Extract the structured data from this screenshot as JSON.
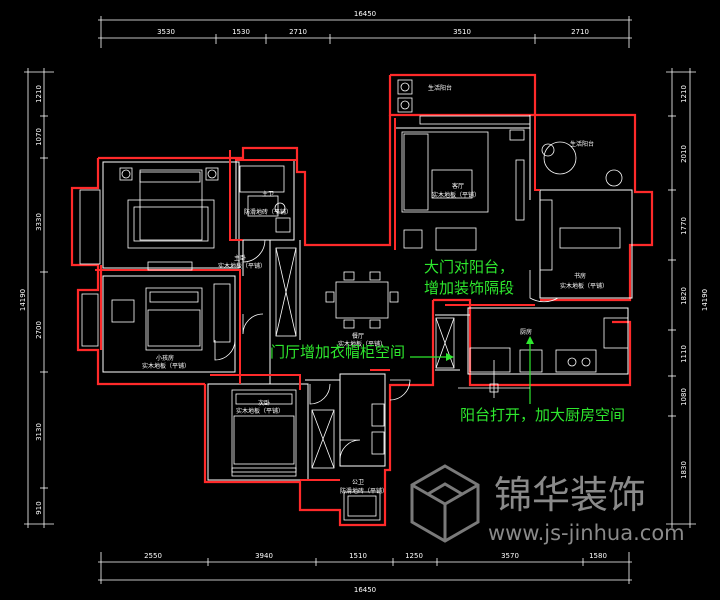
{
  "dimensions": {
    "top_total": "16450",
    "top_segments": [
      "3530",
      "1530",
      "2710",
      "3510",
      "2710"
    ],
    "bottom_total": "16450",
    "bottom_segments": [
      "2550",
      "3940",
      "1510",
      "1250",
      "3570",
      "1580"
    ],
    "left_total": "14190",
    "left_segments": [
      "1210",
      "1070",
      "3330",
      "2700",
      "3130",
      "910"
    ],
    "right_total": "14190",
    "right_segments": [
      "1210",
      "2010",
      "1770",
      "1820",
      "1110",
      "1080",
      "1830"
    ]
  },
  "rooms": {
    "balcony_top": "生活阳台",
    "living": "客厅",
    "master_bedroom": "主卧",
    "bath1": "主卫",
    "small_bedroom": "小孩房",
    "dining": "餐厅",
    "kitchen": "厨房",
    "study": "书房",
    "bedroom2": "次卧",
    "bath2": "公卫",
    "floor_wood": "实木地板（平铺）",
    "floor_tile": "防滑地砖（平铺）"
  },
  "notes": {
    "note1_line1": "大门对阳台，",
    "note1_line2": "增加装饰隔段",
    "note2": "门厅增加衣帽柜空间",
    "note3": "阳台打开，加大厨房空间"
  },
  "watermark": {
    "brand": "锦华装饰",
    "url": "www.js-jinhua.com"
  },
  "colors": {
    "background": "#000000",
    "outer_wall": "#ff2a2a",
    "lines": "#ffffff",
    "annotation": "#2ee82e",
    "watermark": "#8a8a8a"
  }
}
